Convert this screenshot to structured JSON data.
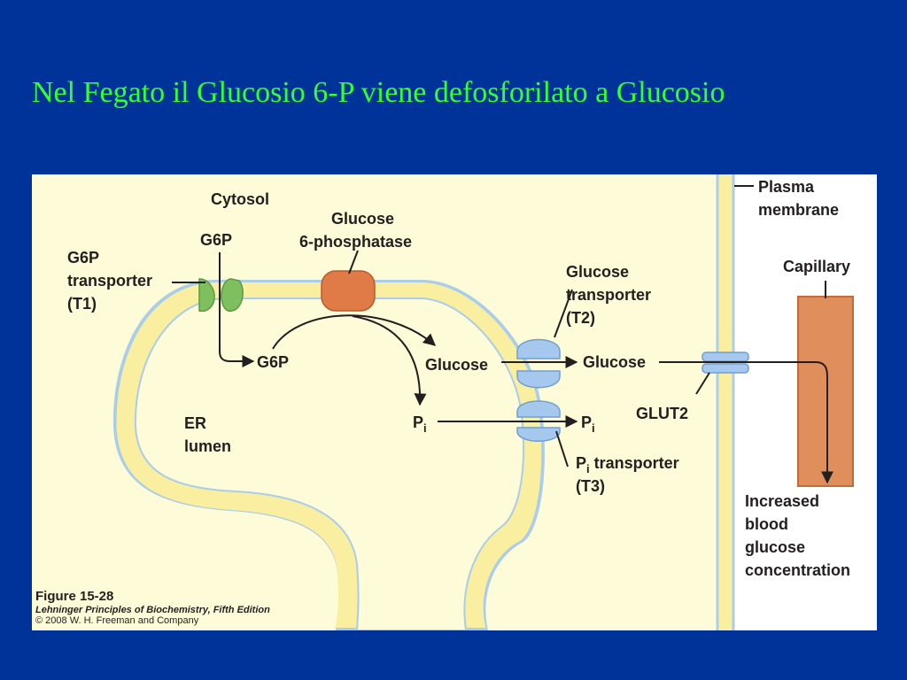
{
  "slide": {
    "title": "Nel Fegato il Glucosio 6-P viene defosforilato a Glucosio"
  },
  "colors": {
    "background": "#003399",
    "title": "#33ff33",
    "cytosol": "#fefbd8",
    "membrane_fill": "#faeea0",
    "membrane_edge": "#a9cdea",
    "transporter_t1": "#7fbf5f",
    "phosphatase": "#e07b48",
    "transporter_blue": "#a6c8ee",
    "capillary": "#e08f5c"
  },
  "diagram": {
    "cytosol_label": "Cytosol",
    "plasma_membrane_label": [
      "Plasma",
      "membrane"
    ],
    "capillary_label": "Capillary",
    "g6p_top": "G6P",
    "g6p_transporter_label": [
      "G6P",
      "transporter",
      "(T1)"
    ],
    "glucose_6_phosphatase_label": [
      "Glucose",
      "6-phosphatase"
    ],
    "glucose_transporter_label": [
      "Glucose",
      "transporter",
      "(T2)"
    ],
    "g6p_lumen": "G6P",
    "glucose_lumen": "Glucose",
    "glucose_cytosol": "Glucose",
    "pi_lumen": "P",
    "pi_cytosol": "P",
    "pi_subscript": "i",
    "glut2_label": "GLUT2",
    "pi_transporter_label": [
      "P",
      "i",
      " transporter",
      "(T3)"
    ],
    "er_lumen_label": [
      "ER",
      "lumen"
    ],
    "increased_label": [
      "Increased",
      "blood",
      "glucose",
      "concentration"
    ]
  },
  "caption": {
    "figure_number": "Figure 15-28",
    "book": "Lehninger Principles of Biochemistry, Fifth Edition",
    "copyright": "© 2008 W. H. Freeman and Company"
  }
}
